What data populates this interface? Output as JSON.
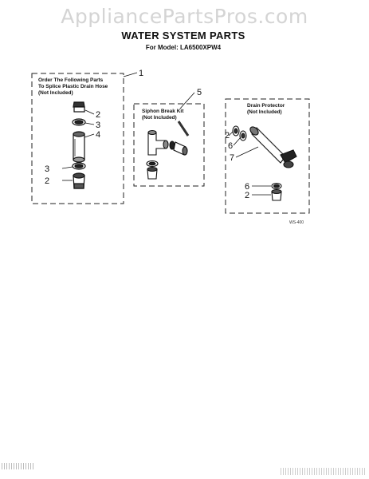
{
  "watermark": "AppliancePartsPros.com",
  "title": "WATER SYSTEM PARTS",
  "model": "For Model: LA6500XPW4",
  "boxes": {
    "splice": {
      "line1": "Order The Following Parts",
      "line2": "To Splice Plastic Drain Hose",
      "line3": "(Not Included)"
    },
    "siphon": {
      "line1": "Siphon Break Kit",
      "line2": "(Not Included)"
    },
    "drain": {
      "line1": "Drain Protector",
      "line2": "(Not Included)"
    }
  },
  "callouts": {
    "c1": "1",
    "c2a": "2",
    "c3a": "3",
    "c4": "4",
    "c3b": "3",
    "c2b": "2",
    "c5": "5",
    "c2c": "2",
    "c6a": "6",
    "c7": "7",
    "c6b": "6",
    "c2d": "2"
  },
  "drawing_code": "WS-400"
}
